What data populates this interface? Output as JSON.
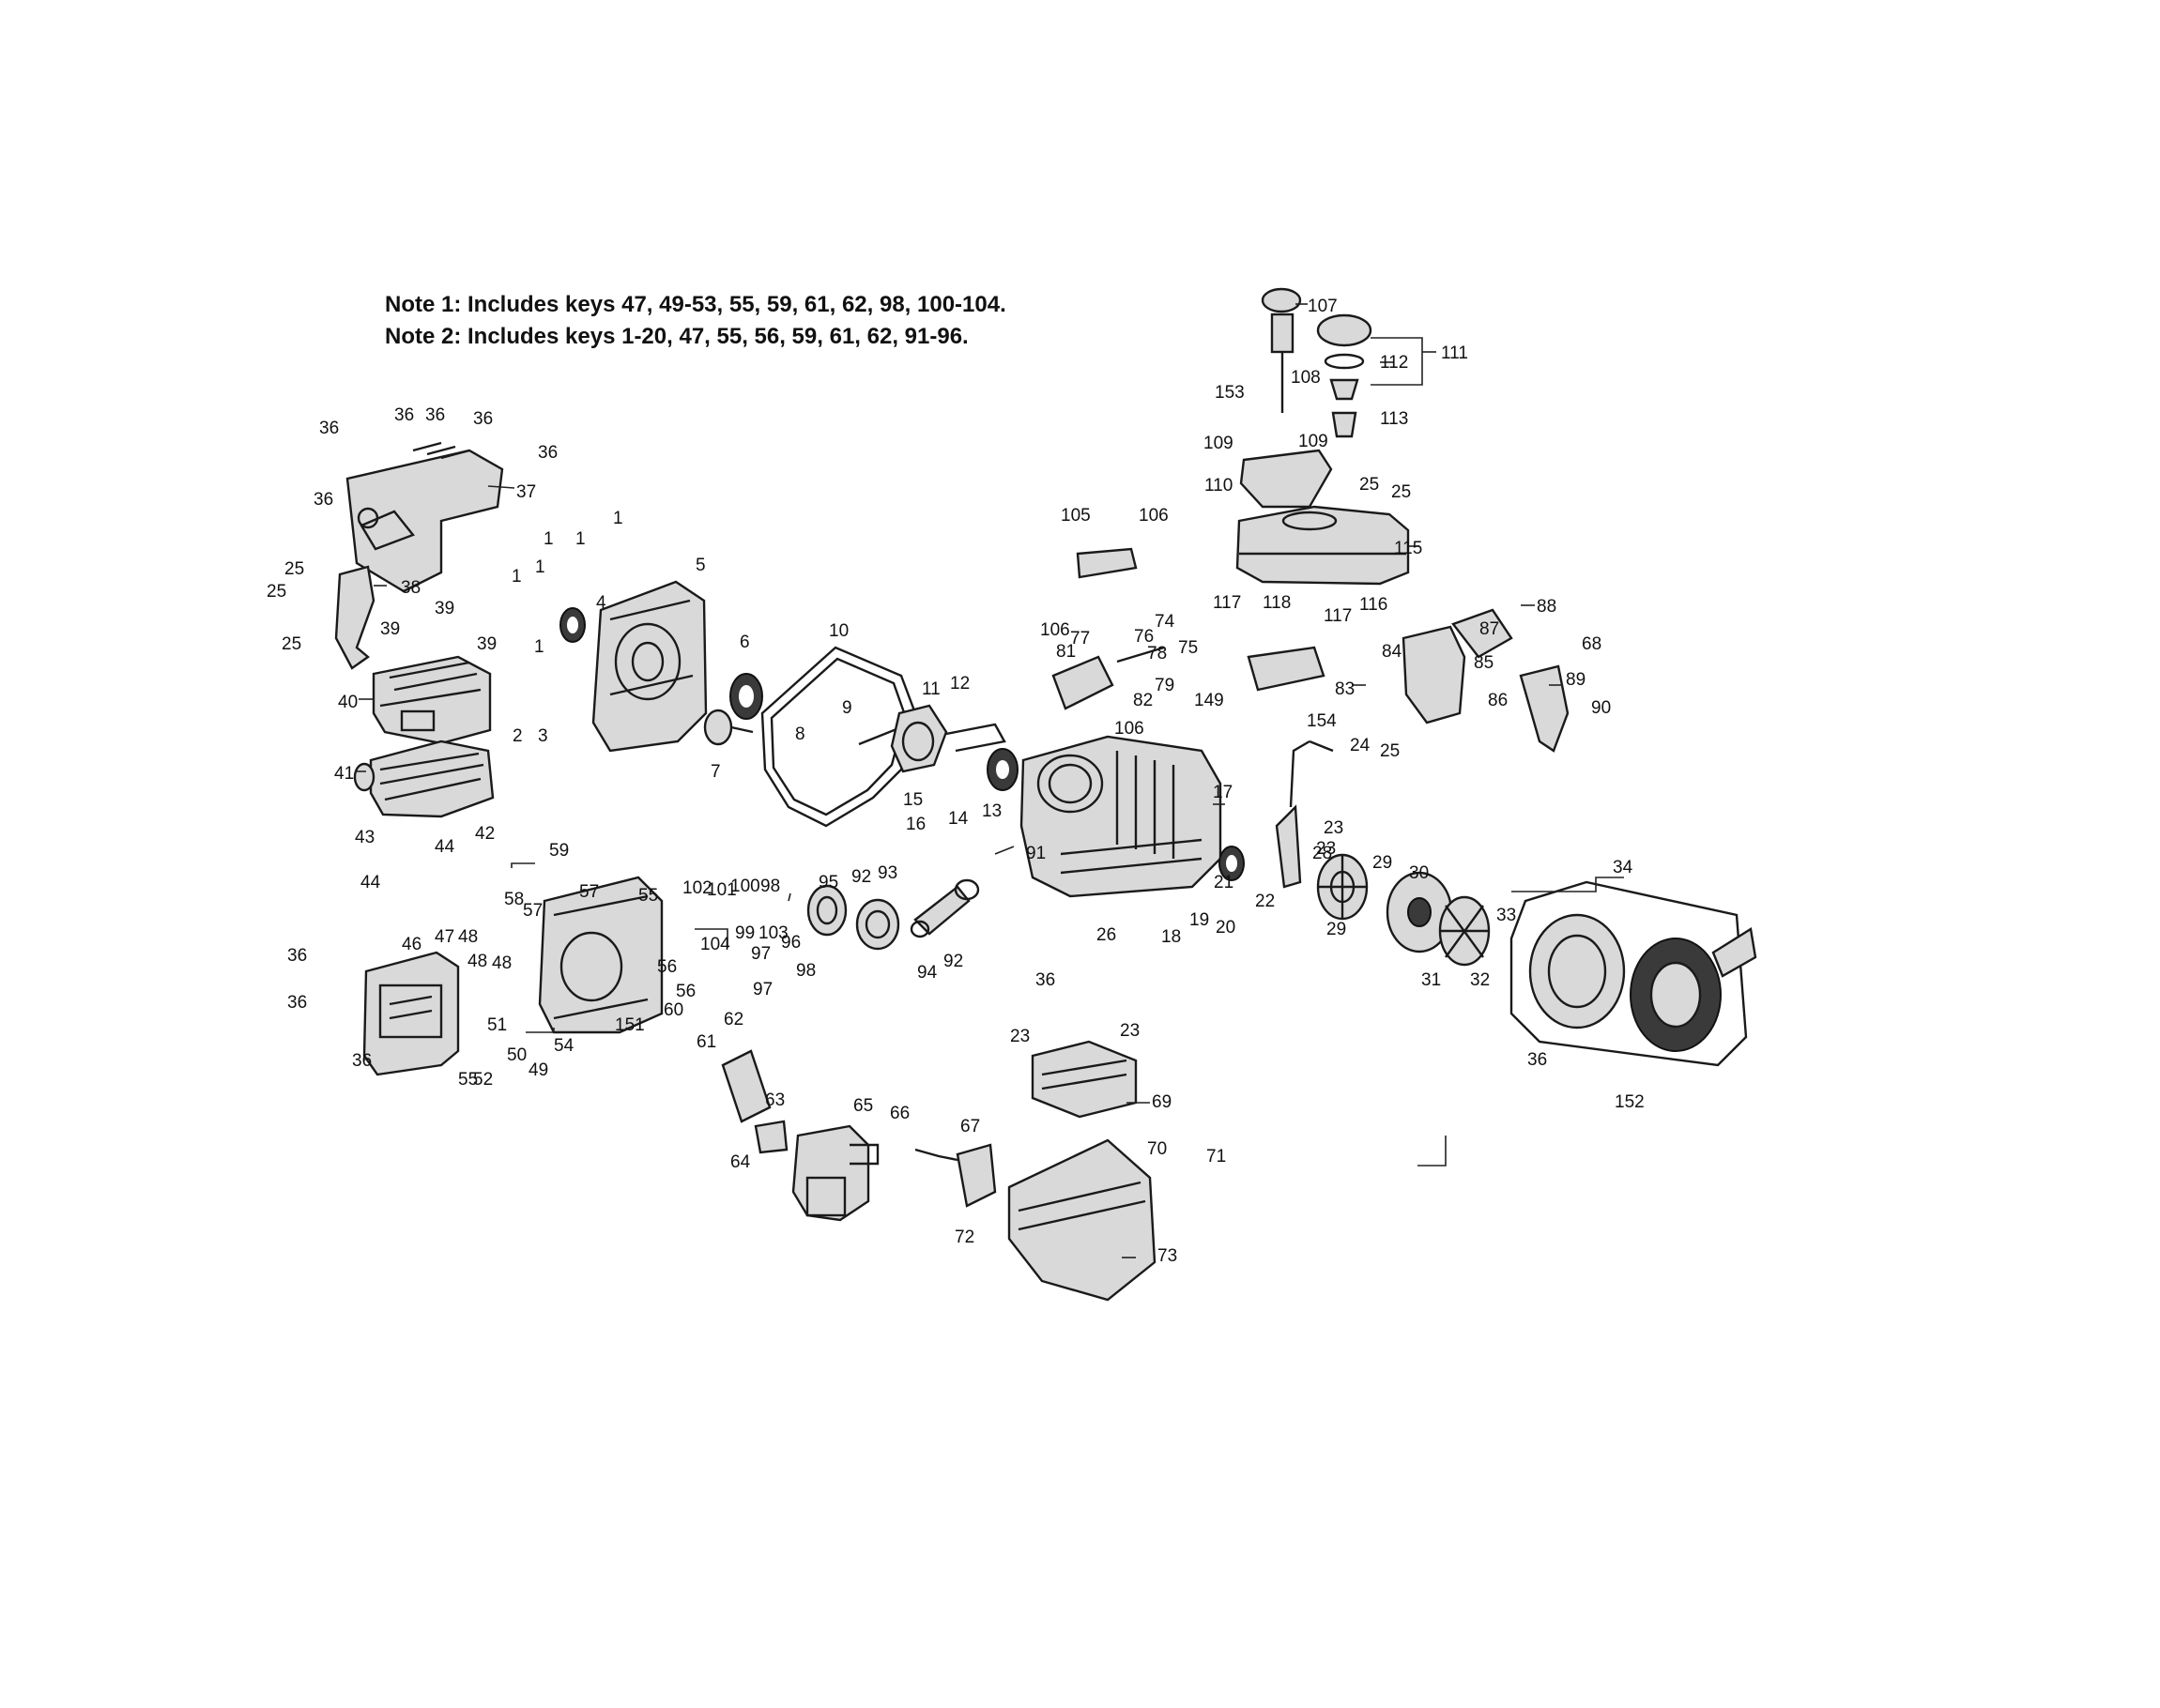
{
  "notes": {
    "note1": "Note 1: Includes keys 47, 49-53, 55, 59, 61, 62, 98, 100-104.",
    "note2": "Note 2: Includes keys 1-20, 47, 55, 56, 59, 61, 62, 91-96."
  },
  "colors": {
    "ink": "#1a1a1a",
    "background": "#ffffff",
    "part_fill": "#d9d9d9"
  },
  "parts": [
    {
      "id": "muffler-guard",
      "label": "37",
      "icon": "muffler-guard-icon"
    },
    {
      "id": "muffler-bracket",
      "label": "38",
      "icon": "bracket-icon"
    },
    {
      "id": "muffler-cover",
      "label": "40",
      "icon": "cover-icon"
    },
    {
      "id": "muffler",
      "label": "41",
      "icon": "muffler-icon"
    },
    {
      "id": "oil-seal",
      "label": "4",
      "icon": "seal-ring-icon"
    },
    {
      "id": "crankcase-cover",
      "label": "5",
      "icon": "crankcase-cover-icon"
    },
    {
      "id": "bearing-left",
      "label": "6",
      "icon": "bearing-icon"
    },
    {
      "id": "governor-gear",
      "label": "7",
      "icon": "gear-icon"
    },
    {
      "id": "case-gasket",
      "label": "10",
      "icon": "gasket-icon"
    },
    {
      "id": "crankshaft",
      "label": "11",
      "icon": "crankshaft-icon"
    },
    {
      "id": "bearing-right",
      "label": "13",
      "icon": "bearing-icon"
    },
    {
      "id": "engine-block",
      "label": "17",
      "icon": "engine-block-icon"
    },
    {
      "id": "oil-seal-right",
      "label": "21",
      "icon": "seal-ring-icon"
    },
    {
      "id": "ignition-coil",
      "label": "22",
      "icon": "coil-icon"
    },
    {
      "id": "flywheel",
      "label": "30",
      "icon": "flywheel-icon"
    },
    {
      "id": "fan",
      "label": "31",
      "icon": "fan-icon"
    },
    {
      "id": "fan-housing",
      "label": "34",
      "icon": "fan-housing-icon"
    },
    {
      "id": "valve-cover",
      "label": "46",
      "icon": "valve-cover-icon"
    },
    {
      "id": "cylinder-head",
      "label": "55",
      "icon": "cylinder-head-icon"
    },
    {
      "id": "piston",
      "label": "93",
      "icon": "piston-icon"
    },
    {
      "id": "connecting-rod",
      "label": "91",
      "icon": "connecting-rod-icon"
    },
    {
      "id": "carburetor",
      "label": "65",
      "icon": "carburetor-icon"
    },
    {
      "id": "air-filter-box",
      "label": "69",
      "icon": "air-filter-icon"
    },
    {
      "id": "air-cleaner-base",
      "label": "72",
      "icon": "air-cleaner-icon"
    },
    {
      "id": "fuel-tank",
      "label": "115",
      "icon": "fuel-tank-icon"
    },
    {
      "id": "oil-cap",
      "label": "107",
      "icon": "cap-icon"
    },
    {
      "id": "fuel-cap",
      "label": "111",
      "icon": "cap-icon"
    },
    {
      "id": "governor-arm",
      "label": "89",
      "icon": "lever-icon"
    },
    {
      "id": "recoil-starter",
      "label": "152",
      "icon": "recoil-starter-icon"
    }
  ],
  "callouts": [
    "36",
    "36",
    "36",
    "36",
    "36",
    "37",
    "36",
    "25",
    "25",
    "38",
    "25",
    "39",
    "39",
    "39",
    "40",
    "41",
    "43",
    "42",
    "44",
    "44",
    "1",
    "1",
    "1",
    "1",
    "1",
    "1",
    "4",
    "5",
    "2",
    "3",
    "6",
    "7",
    "8",
    "9",
    "10",
    "11",
    "12",
    "15",
    "16",
    "14",
    "13",
    "17",
    "21",
    "59",
    "58",
    "57",
    "57",
    "55",
    "36",
    "46",
    "47",
    "48",
    "48",
    "48",
    "36",
    "56",
    "56",
    "60",
    "151",
    "54",
    "51",
    "50",
    "49",
    "36",
    "55",
    "52",
    "102",
    "101",
    "100",
    "98",
    "99",
    "104",
    "103",
    "96",
    "97",
    "97",
    "98",
    "95",
    "92",
    "93",
    "91",
    "94",
    "92",
    "61",
    "62",
    "63",
    "64",
    "65",
    "66",
    "67",
    "26",
    "36",
    "18",
    "19",
    "20",
    "22",
    "23",
    "23",
    "24",
    "25",
    "28",
    "29",
    "29",
    "30",
    "31",
    "32",
    "33",
    "34",
    "36",
    "152",
    "23",
    "23",
    "69",
    "70",
    "71",
    "72",
    "73",
    "105",
    "106",
    "106",
    "81",
    "77",
    "74",
    "76",
    "78",
    "75",
    "79",
    "82",
    "149",
    "106",
    "117",
    "118",
    "117",
    "116",
    "83",
    "154",
    "107",
    "108",
    "111",
    "112",
    "113",
    "153",
    "109",
    "109",
    "110",
    "25",
    "25",
    "115",
    "84",
    "87",
    "88",
    "68",
    "85",
    "86",
    "89",
    "90"
  ]
}
